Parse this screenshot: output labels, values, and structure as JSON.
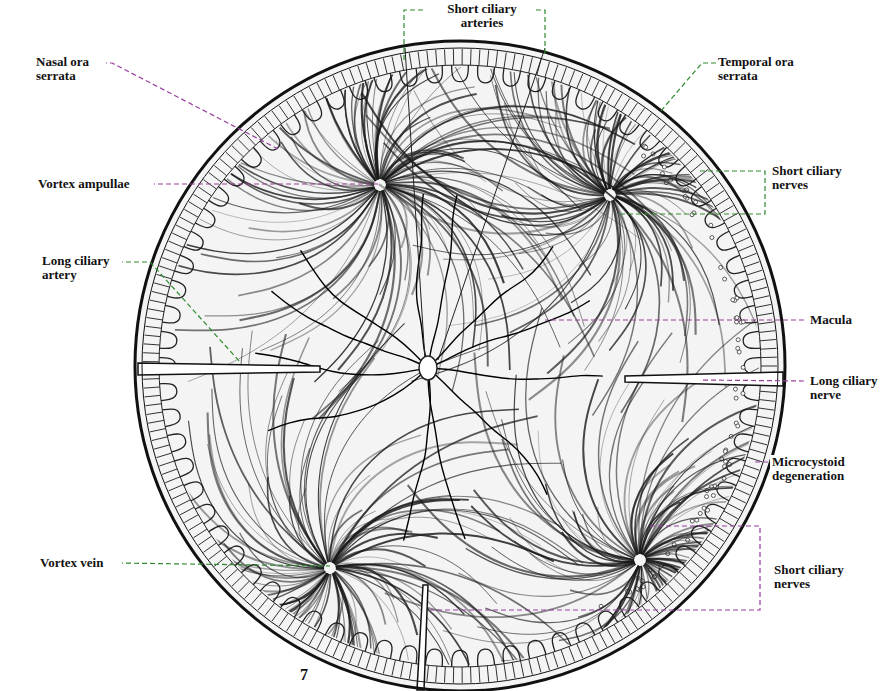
{
  "diagram": {
    "labels": [
      "Short ciliary arteries",
      "Nasal ora serrata",
      "Temporal ora serrata",
      "Vortex ampullae",
      "Short ciliary nerves",
      "Macula",
      "Long ciliary artery",
      "Long ciliary nerve",
      "Microcystoid degeneration",
      "Vortex vein",
      "Short ciliary nerves",
      "7"
    ]
  }
}
